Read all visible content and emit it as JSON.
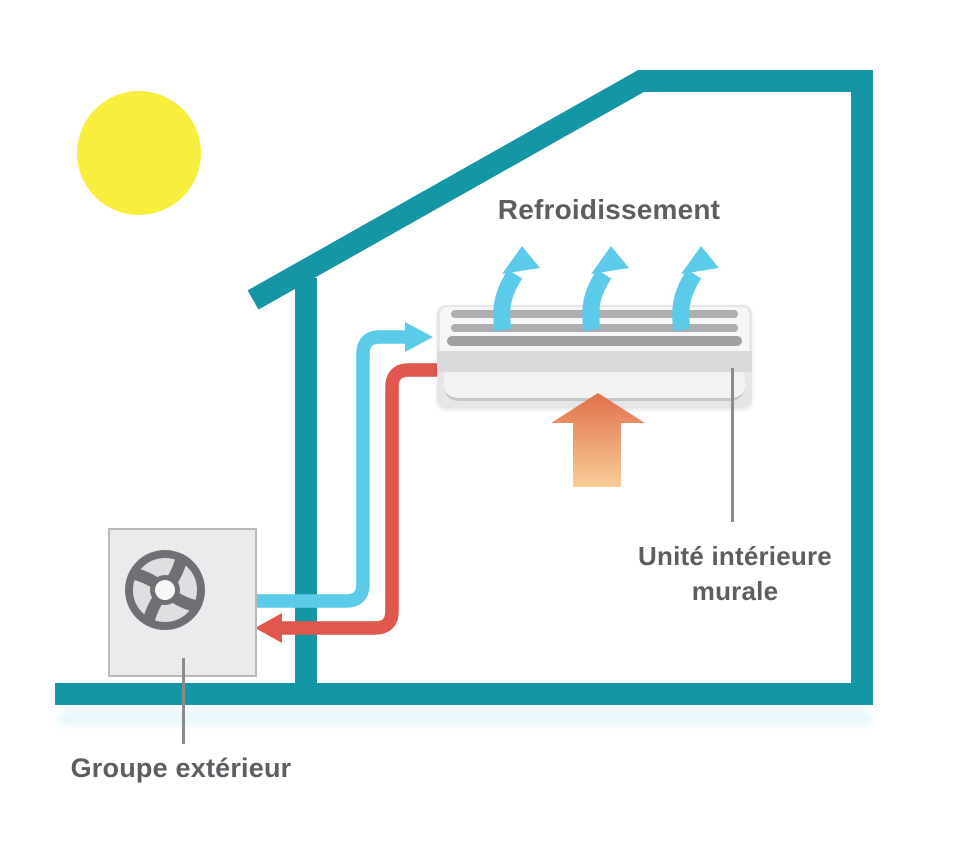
{
  "diagram_title": "Refroidissement",
  "labels": {
    "cooling": "Refroidissement",
    "indoor_unit_line1": "Unité intérieure",
    "indoor_unit_line2": "murale",
    "outdoor_unit": "Groupe extérieur"
  },
  "colors": {
    "house_teal": "#1496a4",
    "sun_yellow": "#f7ee3d",
    "cold_flow_blue": "#5bcbe9",
    "hot_flow_red": "#e0574e",
    "warm_air_top": "#e2704b",
    "warm_air_bottom": "#f8cd98",
    "label_gray": "#5d5e62",
    "slat_gray": "#aeaeb1",
    "leader_line_gray": "#8a8b8d",
    "fan_dark_gray": "#6f7073"
  },
  "icons": {
    "sun": "sun-icon",
    "fan": "fan-icon",
    "cold_air_arrows": "cold-air-up-arrows",
    "warm_air_arrow": "warm-air-up-arrow",
    "cold_pipe": "cold-pipe-arrow",
    "hot_pipe": "hot-pipe-arrow"
  }
}
